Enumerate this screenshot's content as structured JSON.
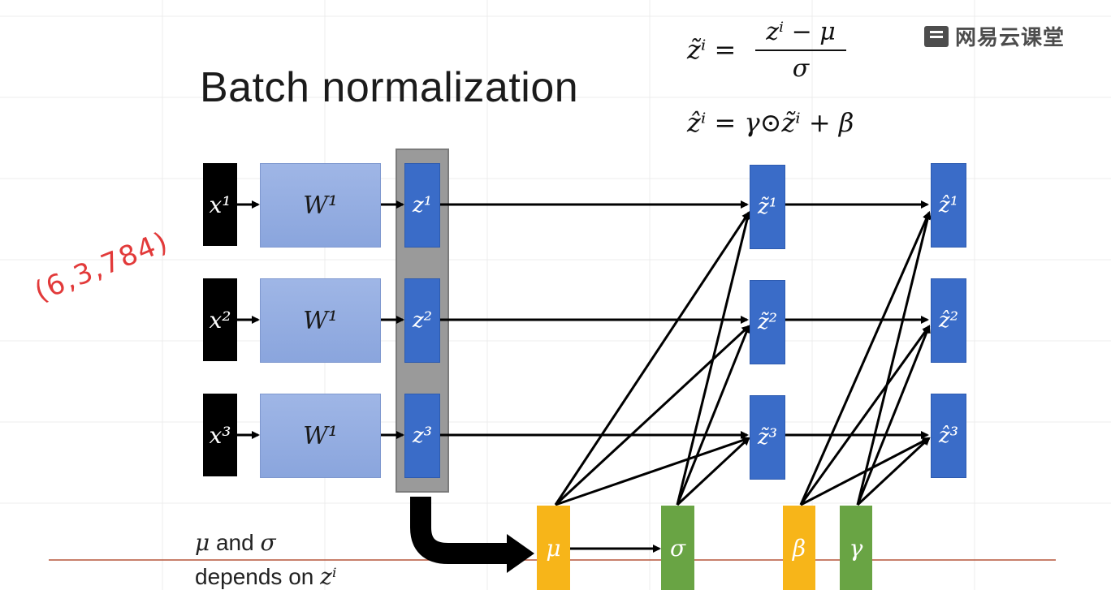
{
  "title": "Batch normalization",
  "watermark": {
    "text": "网易云课堂",
    "icon": "book-icon"
  },
  "formulas": {
    "line1_lhs": "z̃ⁱ =",
    "line1_num": "zⁱ − μ",
    "line1_den": "σ",
    "line2": "ẑⁱ = γ⊙z̃ⁱ + β"
  },
  "inputs": [
    "x¹",
    "x²",
    "x³"
  ],
  "weights": [
    "W¹",
    "W¹",
    "W¹"
  ],
  "z": [
    "z¹",
    "z²",
    "z³"
  ],
  "z_tilde": [
    "z̃¹",
    "z̃²",
    "z̃³"
  ],
  "z_hat": [
    "ẑ¹",
    "ẑ²",
    "ẑ³"
  ],
  "stats": {
    "mu": "μ",
    "sigma": "σ",
    "beta": "β",
    "gamma": "γ"
  },
  "note": {
    "line1_symbol1": "μ",
    "line1_text": " and ",
    "line1_symbol2": "σ",
    "line2_text": "depends on ",
    "line2_symbol": "zⁱ"
  },
  "handwriting": "(6,3,784)",
  "colors": {
    "x": "#000000",
    "w": "#8fa9df",
    "z": "#3a6cc8",
    "mu": "#f7b519",
    "sigma": "#69a444",
    "beta": "#f7b519",
    "gamma": "#69a444",
    "rule": "#b5553a",
    "handwriting": "#e23a3a"
  }
}
